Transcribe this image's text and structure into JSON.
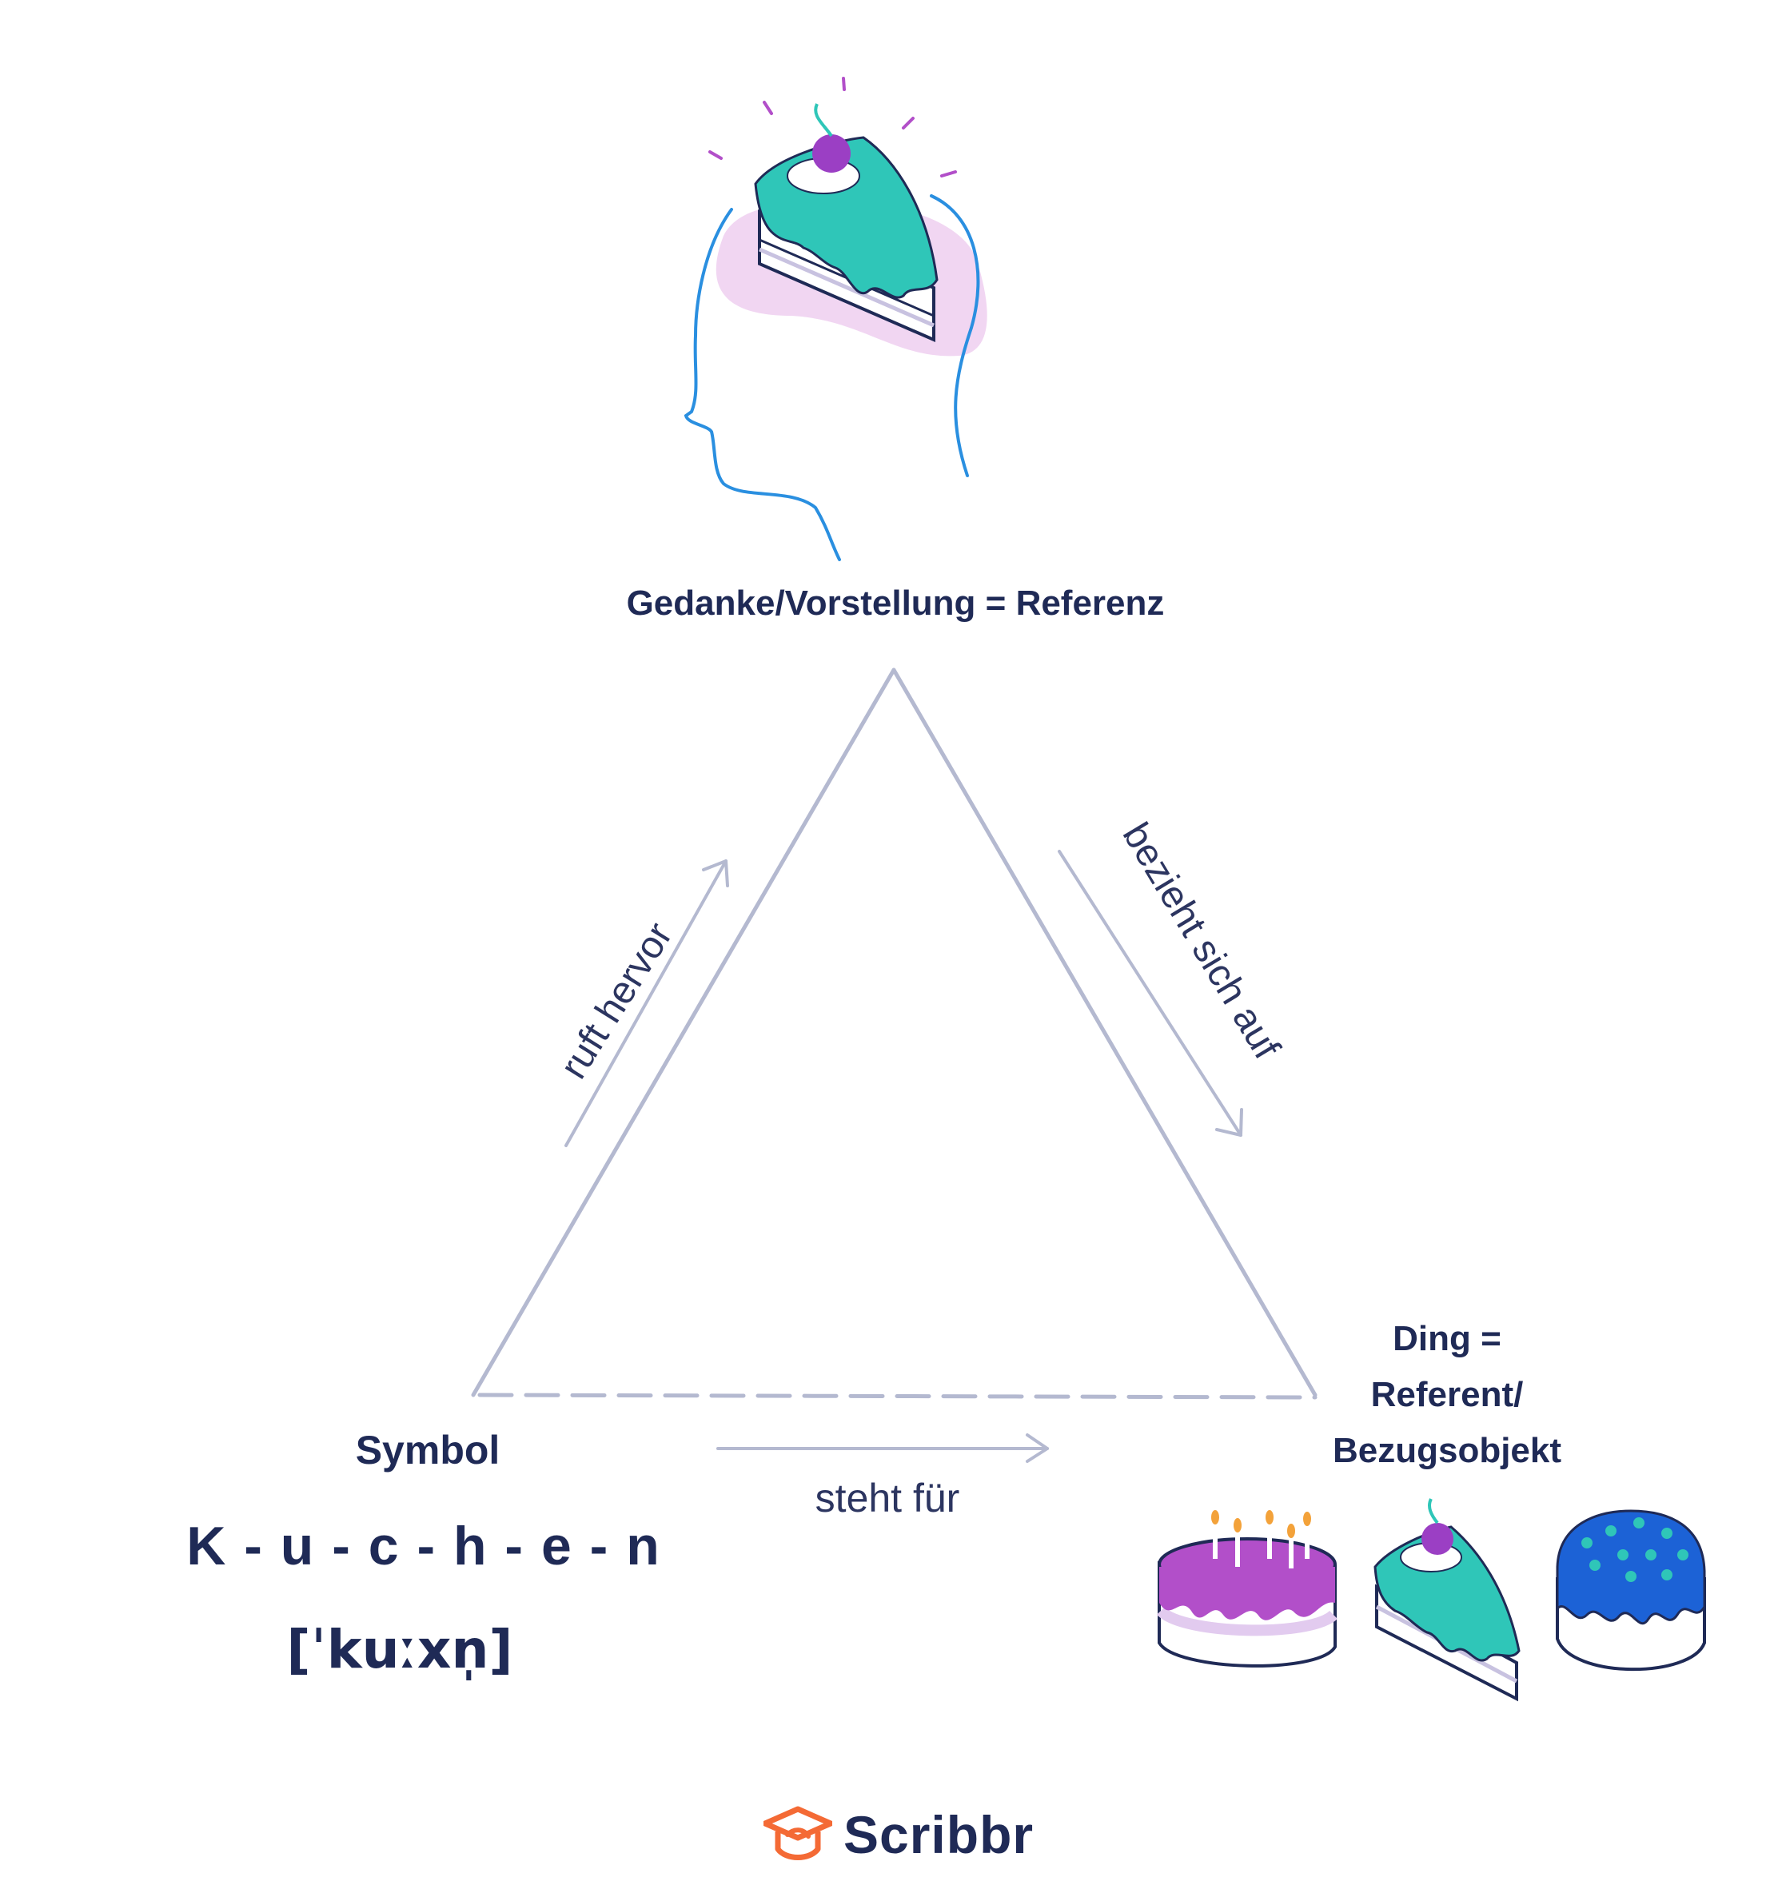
{
  "diagram": {
    "top_node": {
      "label": "Gedanke/Vorstellung = Referenz"
    },
    "left_node": {
      "label": "Symbol",
      "word": "K - u - c - h - e - n",
      "phonetic": "[ˈkuːxn̩]"
    },
    "right_node": {
      "lines": [
        "Ding =",
        "Referent/",
        "Bezugsobjekt"
      ]
    },
    "edges": {
      "left": "ruft hervor",
      "right": "bezieht sich auf",
      "bottom": "steht für"
    }
  },
  "logo": {
    "text": "Scribbr"
  },
  "colors": {
    "text": "#1f2a56",
    "triangle": "#b4b9d0",
    "head_outline": "#2a8fe0",
    "teal_icing": "#2fc6b8",
    "purple": "#9b3fc4",
    "lilac_glow": "#f1d6f2",
    "blue_cake": "#1c62d6",
    "logo_orange": "#f46a35"
  },
  "icons": [
    "head-with-cake-illustration",
    "birthday-cake-icon",
    "cake-slice-icon",
    "blue-cake-icon",
    "scribbr-logo-icon"
  ]
}
